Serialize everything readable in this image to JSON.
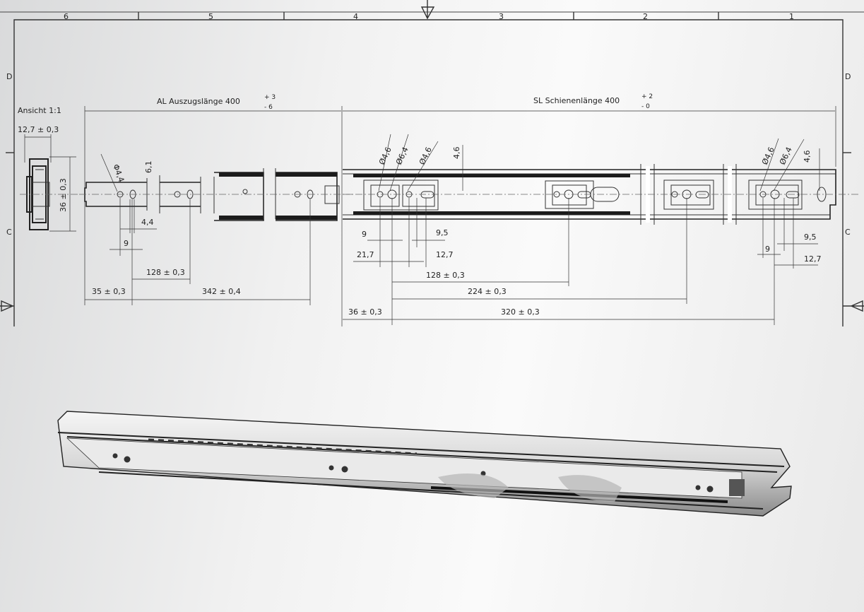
{
  "sheet": {
    "zones_top": [
      "6",
      "5",
      "4",
      "3",
      "2",
      "1"
    ],
    "zones_side": [
      "D",
      "C"
    ]
  },
  "view": {
    "title": "Ansicht 1:1",
    "width_dim": "12,7 ± 0,3",
    "height_dim": "36 ± 0,3"
  },
  "al": {
    "label": "AL Auszugslänge 400",
    "tol_plus": "+ 3",
    "tol_minus": "- 6",
    "hole_dia": "Φ4,4",
    "slot_height": "6,1",
    "slot_width": "4,4",
    "hole_spacing": "9",
    "pitch": "128 ± 0,3",
    "start": "35 ± 0,3",
    "span": "342 ± 0,4"
  },
  "sl": {
    "label": "SL Schienenlänge 400",
    "tol_plus": "+ 2",
    "tol_minus": "- 0",
    "left_holes": [
      "Ø4,6",
      "Ø6,4",
      "Ø4,6"
    ],
    "left_slot": "4,6",
    "dim_9": "9",
    "dim_9_5": "9,5",
    "dim_21_7": "21,7",
    "dim_12_7": "12,7",
    "pitch_128": "128 ± 0,3",
    "pitch_224": "224 ± 0,3",
    "start_36": "36 ± 0,3",
    "span_320": "320 ± 0,3",
    "right_holes": [
      "Ø4,6",
      "Ø6,4"
    ],
    "right_slot": "4,6",
    "right_9": "9",
    "right_9_5": "9,5",
    "right_12_7": "12,7"
  }
}
